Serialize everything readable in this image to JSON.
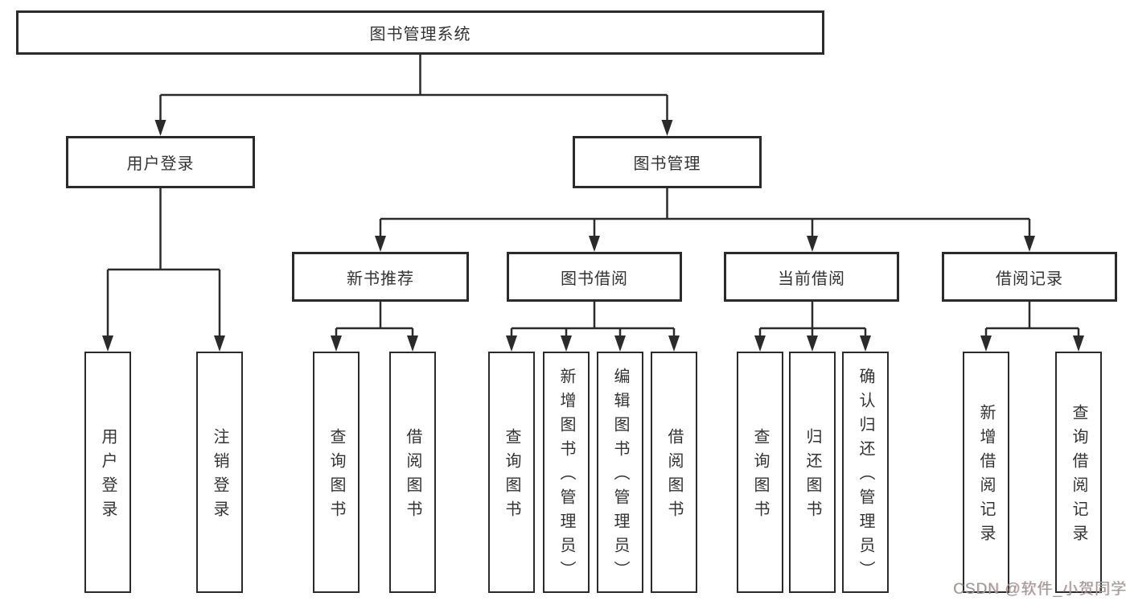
{
  "diagram_type": "hierarchy-tree",
  "colors": {
    "background": "#ffffff",
    "line": "#2b2b2b",
    "box_border": "#2b2b2b",
    "text": "#333333",
    "watermark": "#9c9c9c"
  },
  "tree": {
    "label": "图书管理系统",
    "children": [
      {
        "label": "用户登录",
        "children": [
          {
            "label": "用户登录"
          },
          {
            "label": "注销登录"
          }
        ]
      },
      {
        "label": "图书管理",
        "children": [
          {
            "label": "新书推荐",
            "children": [
              {
                "label": "查询图书"
              },
              {
                "label": "借阅图书"
              }
            ]
          },
          {
            "label": "图书借阅",
            "children": [
              {
                "label": "查询图书"
              },
              {
                "label": "新增图书（管理员）"
              },
              {
                "label": "编辑图书（管理员）"
              },
              {
                "label": "借阅图书"
              }
            ]
          },
          {
            "label": "当前借阅",
            "children": [
              {
                "label": "查询图书"
              },
              {
                "label": "归还图书"
              },
              {
                "label": "确认归还（管理员）"
              }
            ]
          },
          {
            "label": "借阅记录",
            "children": [
              {
                "label": "新增借阅记录"
              },
              {
                "label": "查询借阅记录"
              }
            ]
          }
        ]
      }
    ]
  },
  "watermark": {
    "text": "CSDN @软件_小贺同学"
  }
}
